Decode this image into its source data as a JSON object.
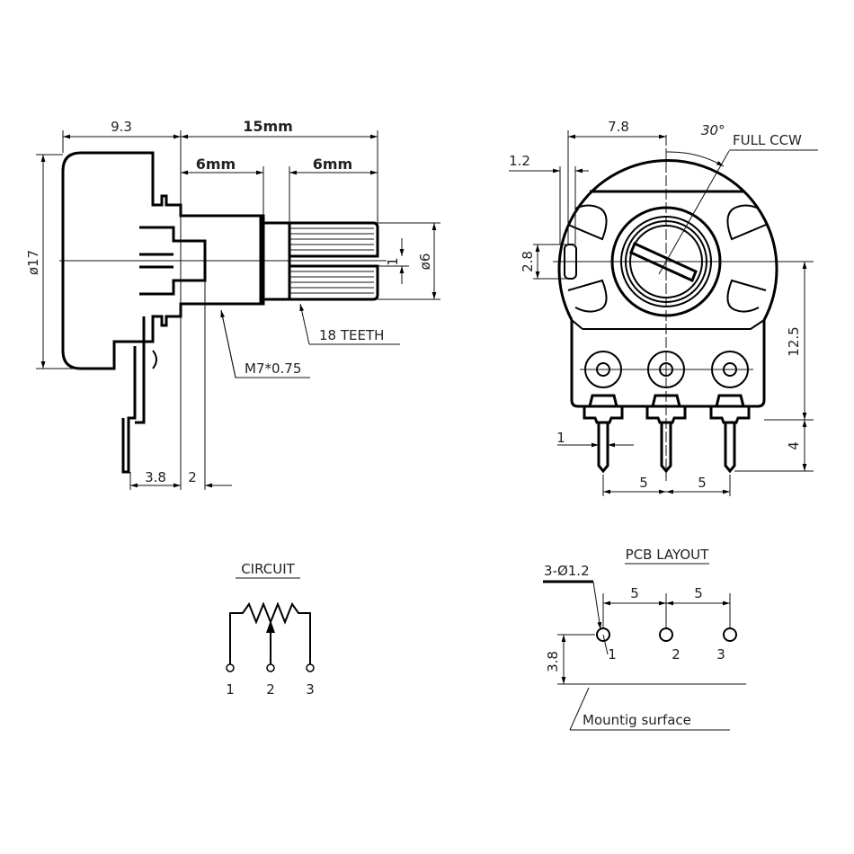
{
  "side_view": {
    "dim_body_depth": "9.3",
    "dim_total_shaft": "15mm",
    "dim_bushing": "6mm",
    "dim_knurl": "6mm",
    "dim_diameter": "ø17",
    "dim_shaft_diameter": "ø6",
    "dim_slot": "1",
    "dim_tab": "3.8",
    "dim_offset": "2",
    "label_thread": "M7*0.75",
    "label_teeth": "18 TEETH"
  },
  "front_view": {
    "dim_width": "7.8",
    "dim_angle": "30°",
    "label_ccw": "FULL CCW",
    "dim_tab_width": "1.2",
    "dim_tab_height": "2.8",
    "dim_height": "12.5",
    "dim_pin_length": "4",
    "dim_pin_width": "1",
    "dim_pitch_1": "5",
    "dim_pitch_2": "5"
  },
  "circuit": {
    "title": "CIRCUIT",
    "pins": [
      "1",
      "2",
      "3"
    ]
  },
  "pcb_layout": {
    "title": "PCB LAYOUT",
    "hole_spec": "3-Ø1.2",
    "pitch_1": "5",
    "pitch_2": "5",
    "offset": "3.8",
    "pins": [
      "1",
      "2",
      "3"
    ],
    "label_surface": "Mountig surface"
  }
}
